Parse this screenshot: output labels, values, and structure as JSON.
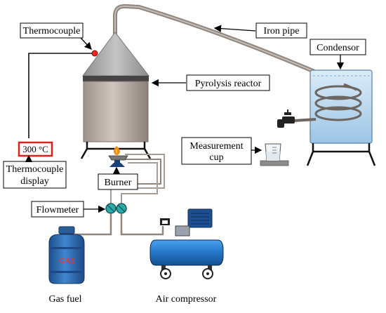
{
  "labels": {
    "thermocouple": "Thermocouple",
    "iron_pipe": "Iron pipe",
    "condensor": "Condensor",
    "pyrolysis_reactor": "Pyrolysis reactor",
    "thermocouple_display_reading": "300 °C",
    "thermocouple_display_line1": "Thermocouple",
    "thermocouple_display_line2": "display",
    "burner": "Burner",
    "measurement_cup_line1": "Measurement",
    "measurement_cup_line2": "cup",
    "flowmeter": "Flowmeter",
    "gas_tank_text": "GAS",
    "gas_fuel": "Gas fuel",
    "air_compressor": "Air compressor"
  },
  "colors": {
    "pipe": "#9a9088",
    "reactor_body": "#b8aca4",
    "reactor_cone": "#a8a8a8",
    "reactor_band": "#4a4a4a",
    "condenser_water": "#b9d8ee",
    "gas_cylinder": "#2f6fb6",
    "compressor_tank": "#2a7fd4",
    "display_border": "#e0201b",
    "flame": "#f08a1c"
  }
}
